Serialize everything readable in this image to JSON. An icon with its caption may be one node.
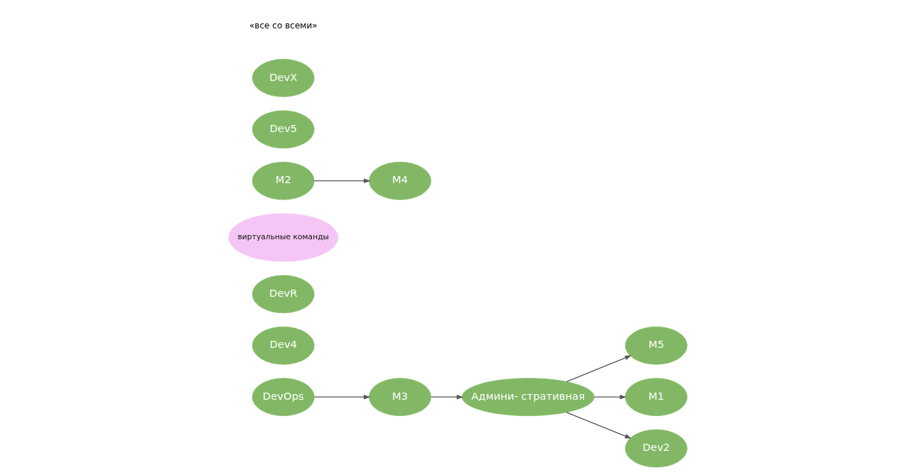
{
  "diagram": {
    "nodes": [
      {
        "text": [
          "Админи- стративная"
        ]
      },
      {
        "text": [
          "M5"
        ]
      },
      {
        "text": [
          "Dev4"
        ]
      },
      {
        "text": [
          "M1"
        ]
      },
      {
        "text": [
          "Dev2"
        ]
      },
      {
        "text": [
          "DevR"
        ]
      },
      {
        "text": [
          "виртуальные команды"
        ]
      },
      {
        "text": [
          "M2"
        ]
      },
      {
        "text": [
          "M4"
        ]
      },
      {
        "text": [
          "Dev5"
        ]
      },
      {
        "text": [
          "M3"
        ]
      },
      {
        "text": [
          "DevOps"
        ]
      },
      {
        "text": [
          "DevX"
        ]
      }
    ],
    "edges": [
      {
        "from": 0,
        "to": 1,
        "arrow": "to"
      },
      {
        "from": 0,
        "to": 4,
        "arrow": "to"
      },
      {
        "from": 0,
        "to": 3,
        "arrow": "to"
      },
      {
        "from": 7,
        "to": 8,
        "arrow": "to"
      },
      {
        "from": 10,
        "to": 0,
        "arrow": "to"
      },
      {
        "from": 11,
        "to": 10,
        "arrow": "to"
      }
    ],
    "labels": [
      "«все со всеми»"
    ]
  }
}
